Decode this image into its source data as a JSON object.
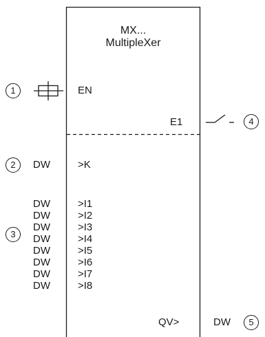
{
  "block": {
    "title_line1": "MX...",
    "title_line2": "MultipleXer"
  },
  "inputs": {
    "enable": "EN",
    "k_label": ">K",
    "k_type": "DW",
    "i_labels": [
      ">I1",
      ">I2",
      ">I3",
      ">I4",
      ">I5",
      ">I6",
      ">I7",
      ">I8"
    ],
    "i_types": [
      "DW",
      "DW",
      "DW",
      "DW",
      "DW",
      "DW",
      "DW",
      "DW"
    ]
  },
  "outputs": {
    "e1": "E1",
    "qv_label": "QV>",
    "qv_type": "DW"
  },
  "callouts": [
    "1",
    "2",
    "3",
    "4",
    "5"
  ],
  "colors": {
    "line": "#1a1a1a",
    "background": "#ffffff"
  }
}
